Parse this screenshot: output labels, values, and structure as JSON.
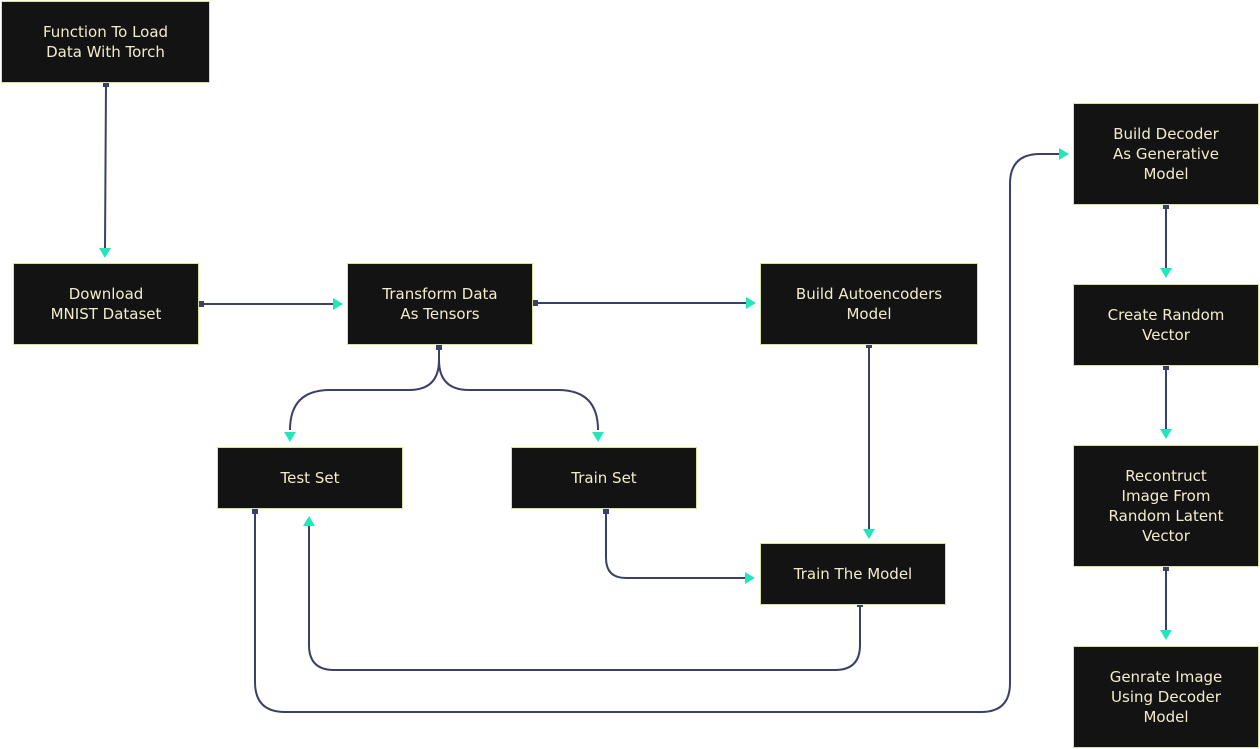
{
  "nodes": [
    {
      "id": "load",
      "label": "Function To Load\nData With Torch"
    },
    {
      "id": "download",
      "label": "Download\nMNIST Dataset"
    },
    {
      "id": "transform",
      "label": "Transform Data\nAs Tensors"
    },
    {
      "id": "build_ae",
      "label": "Build Autoencoders\nModel"
    },
    {
      "id": "test_set",
      "label": "Test Set"
    },
    {
      "id": "train_set",
      "label": "Train Set"
    },
    {
      "id": "train_model",
      "label": "Train The Model"
    },
    {
      "id": "build_decoder",
      "label": "Build Decoder\nAs  Generative\nModel"
    },
    {
      "id": "random_vector",
      "label": "Create Random\nVector"
    },
    {
      "id": "reconstruct",
      "label": "Recontruct\nImage From\nRandom Latent\nVector"
    },
    {
      "id": "generate",
      "label": "Genrate Image\nUsing Decoder\nModel"
    }
  ],
  "edges": [
    {
      "from": "load",
      "to": "download"
    },
    {
      "from": "download",
      "to": "transform"
    },
    {
      "from": "transform",
      "to": "build_ae"
    },
    {
      "from": "transform",
      "to": "test_set"
    },
    {
      "from": "transform",
      "to": "train_set"
    },
    {
      "from": "build_ae",
      "to": "train_model"
    },
    {
      "from": "train_set",
      "to": "train_model"
    },
    {
      "from": "train_model",
      "to": "test_set"
    },
    {
      "from": "test_set",
      "to": "build_decoder"
    },
    {
      "from": "build_decoder",
      "to": "random_vector"
    },
    {
      "from": "random_vector",
      "to": "reconstruct"
    },
    {
      "from": "reconstruct",
      "to": "generate"
    }
  ],
  "colors": {
    "node_fill": "#131313",
    "node_border": "#d6e29c",
    "node_text": "#f3eccb",
    "edge": "#3b4069",
    "arrowhead": "#21e7ba"
  }
}
